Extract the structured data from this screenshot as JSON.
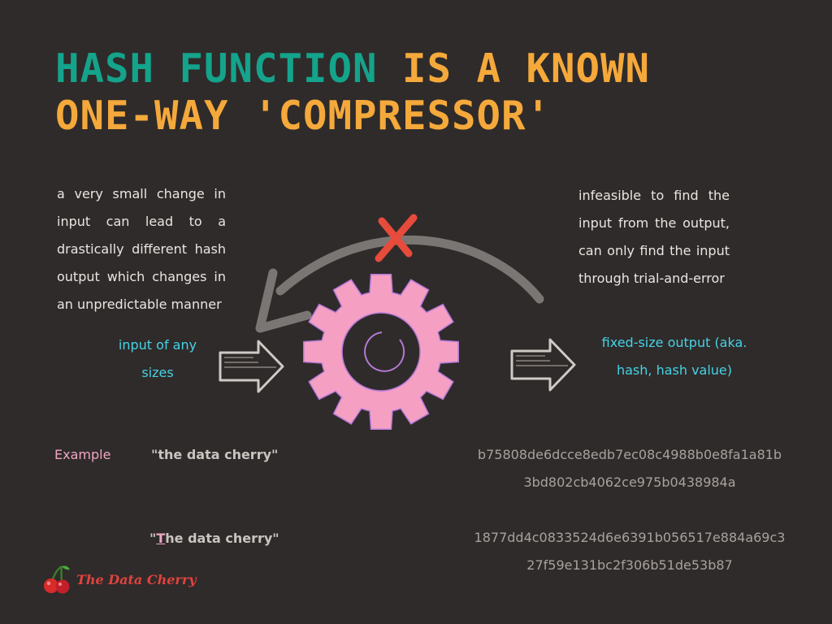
{
  "title": {
    "highlight": "HASH FUNCTION",
    "rest_line1": " IS A KNOWN",
    "line2": "ONE-WAY 'COMPRESSOR'"
  },
  "notes": {
    "left": "a very small change in input can lead to a drastically different hash output which changes in an unpredictable manner",
    "right": "infeasible to find the input from the output, can only find the input through trial-and-error"
  },
  "labels": {
    "input": "input of any sizes",
    "output": "fixed-size output (aka. hash, hash value)"
  },
  "example": {
    "label": "Example",
    "row1": {
      "open_quote": "\"",
      "first_char": "t",
      "rest": "he data cherry\"",
      "hash_line1": "b75808de6dcce8edb7ec08c4988b0e8fa1a81b",
      "hash_line2": "3bd802cb4062ce975b0438984a"
    },
    "row2": {
      "open_quote": "\"",
      "first_char": "T",
      "rest": "he data cherry\"",
      "hash_line1": "1877dd4c0833524d6e6391b056517e884a69c3",
      "hash_line2": "27f59e131bc2f306b51de53b87"
    }
  },
  "brand": {
    "name": "The Data Cherry"
  },
  "colors": {
    "background": "#2f2b2a",
    "title_orange": "#f5a93b",
    "title_teal": "#14a38b",
    "cyan_label": "#45d2e6",
    "gear_pink": "#f5a0c3",
    "arrow_gray": "#7a7673",
    "cross_red": "#e64b3c",
    "example_pink": "#f0a6c4"
  }
}
